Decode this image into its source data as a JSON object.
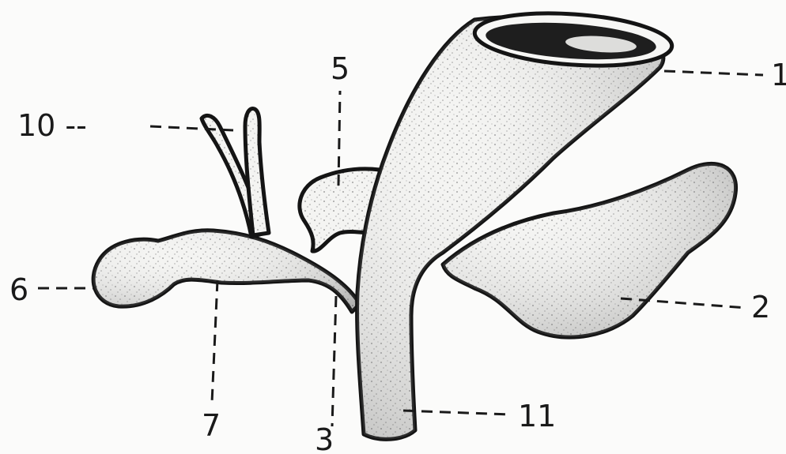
{
  "labels": {
    "l1": "1",
    "l2": "2",
    "l3": "3",
    "l5": "5",
    "l6": "6",
    "l7": "7",
    "l10": "10 --",
    "l11": "11"
  },
  "colors": {
    "ink": "#141414",
    "paper": "#fbfbfa",
    "stipple_dot": "#7a7a7a"
  }
}
